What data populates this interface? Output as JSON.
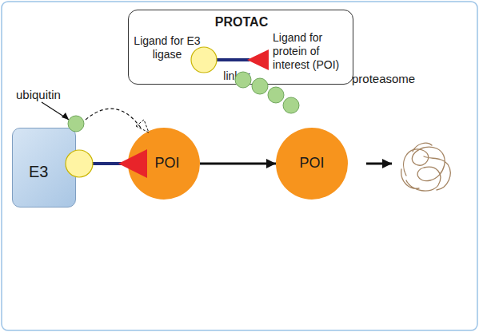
{
  "diagram": {
    "nodes": [
      {
        "text": [
          "PROTAC",
          "Ligand for E3 ligase",
          "linker",
          "Ligand for protein of interest (POI)"
        ]
      },
      {
        "text": [
          "E3"
        ]
      },
      {
        "text": [
          "POI"
        ]
      },
      {
        "text": [
          "POI"
        ]
      }
    ],
    "edges": [
      {
        "from": 2,
        "to": 3,
        "arrow": "to"
      }
    ],
    "labels": [
      "ubiquitin",
      "proteasome"
    ]
  }
}
